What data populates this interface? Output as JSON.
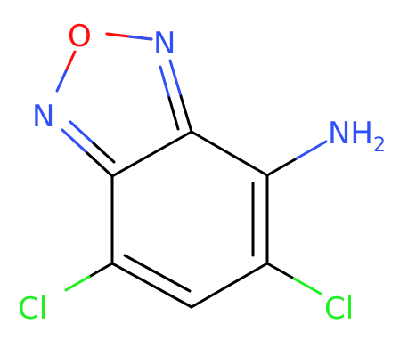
{
  "atoms": {
    "oxygen": "O",
    "n_top": "N",
    "n_left": "N",
    "amine_n": "NH",
    "amine_sub": "2",
    "cl_left": "Cl",
    "cl_right": "Cl"
  },
  "colors": {
    "bond": "#000000",
    "oxygen": "#ff0d0d",
    "nitrogen": "#3050f8",
    "chlorine": "#1ff01f"
  }
}
